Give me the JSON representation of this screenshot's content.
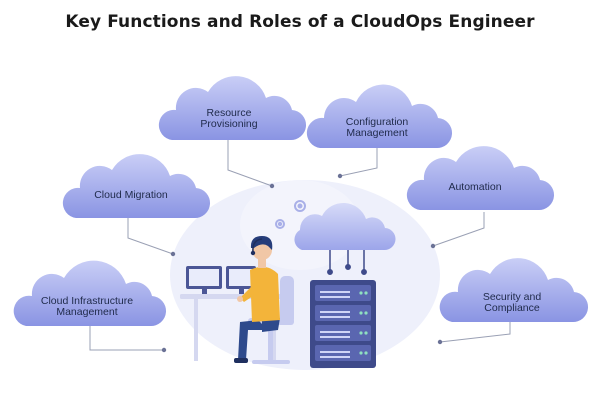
{
  "title": "Key Functions and Roles of a CloudOps Engineer",
  "roles": [
    {
      "line1": "Resource",
      "line2": "Provisioning"
    },
    {
      "line1": "Configuration",
      "line2": "Management"
    },
    {
      "line1": "Cloud Migration",
      "line2": ""
    },
    {
      "line1": "Automation",
      "line2": ""
    },
    {
      "line1": "Cloud Infrastructure",
      "line2": "Management"
    },
    {
      "line1": "Security and",
      "line2": "Compliance"
    }
  ],
  "colors": {
    "cloud": "#8f99e6",
    "cloud_top": "#c7ccf5",
    "connector": "#9aa0b4",
    "shirt": "#f3b43a",
    "pants": "#2e4a8c",
    "hair": "#263d7a",
    "server": "#3e4a8a"
  }
}
